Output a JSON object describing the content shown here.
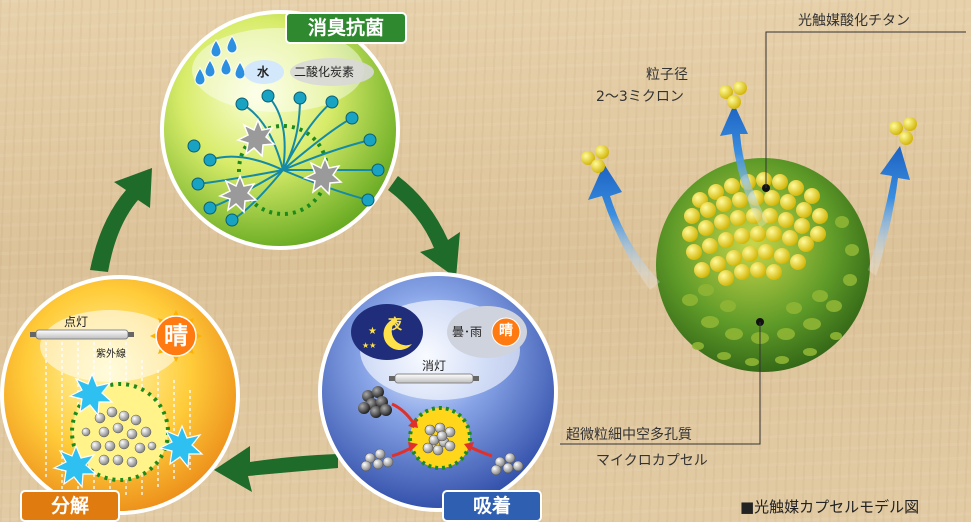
{
  "cycle": {
    "deodorize": {
      "title": "消臭抗菌",
      "water": "水",
      "co2": "二酸化炭素"
    },
    "adsorb": {
      "title": "吸着",
      "night": "夜",
      "cloudy_rain": "曇･雨",
      "sunny": "晴",
      "light_off": "消灯"
    },
    "decompose": {
      "title": "分解",
      "light_on": "点灯",
      "sunny": "晴",
      "uv": "紫外線"
    }
  },
  "model": {
    "caption": "■光触媒カプセルモデル図",
    "titanium_label": "光触媒酸化チタン",
    "particle_size_line1": "粒子径",
    "particle_size_line2": "2〜3ミクロン",
    "capsule_label_line1": "超微粒細中空多孔質",
    "capsule_label_line2": "マイクロカプセル"
  },
  "colors": {
    "tag_green": "#2f8a2f",
    "tag_orange": "#e07b10",
    "tag_blue": "#2f5fb0",
    "arrow_green": "#1e6b2a",
    "arrow_blue": "#1f6fc8",
    "particle_yellow": "#e8d21a"
  }
}
